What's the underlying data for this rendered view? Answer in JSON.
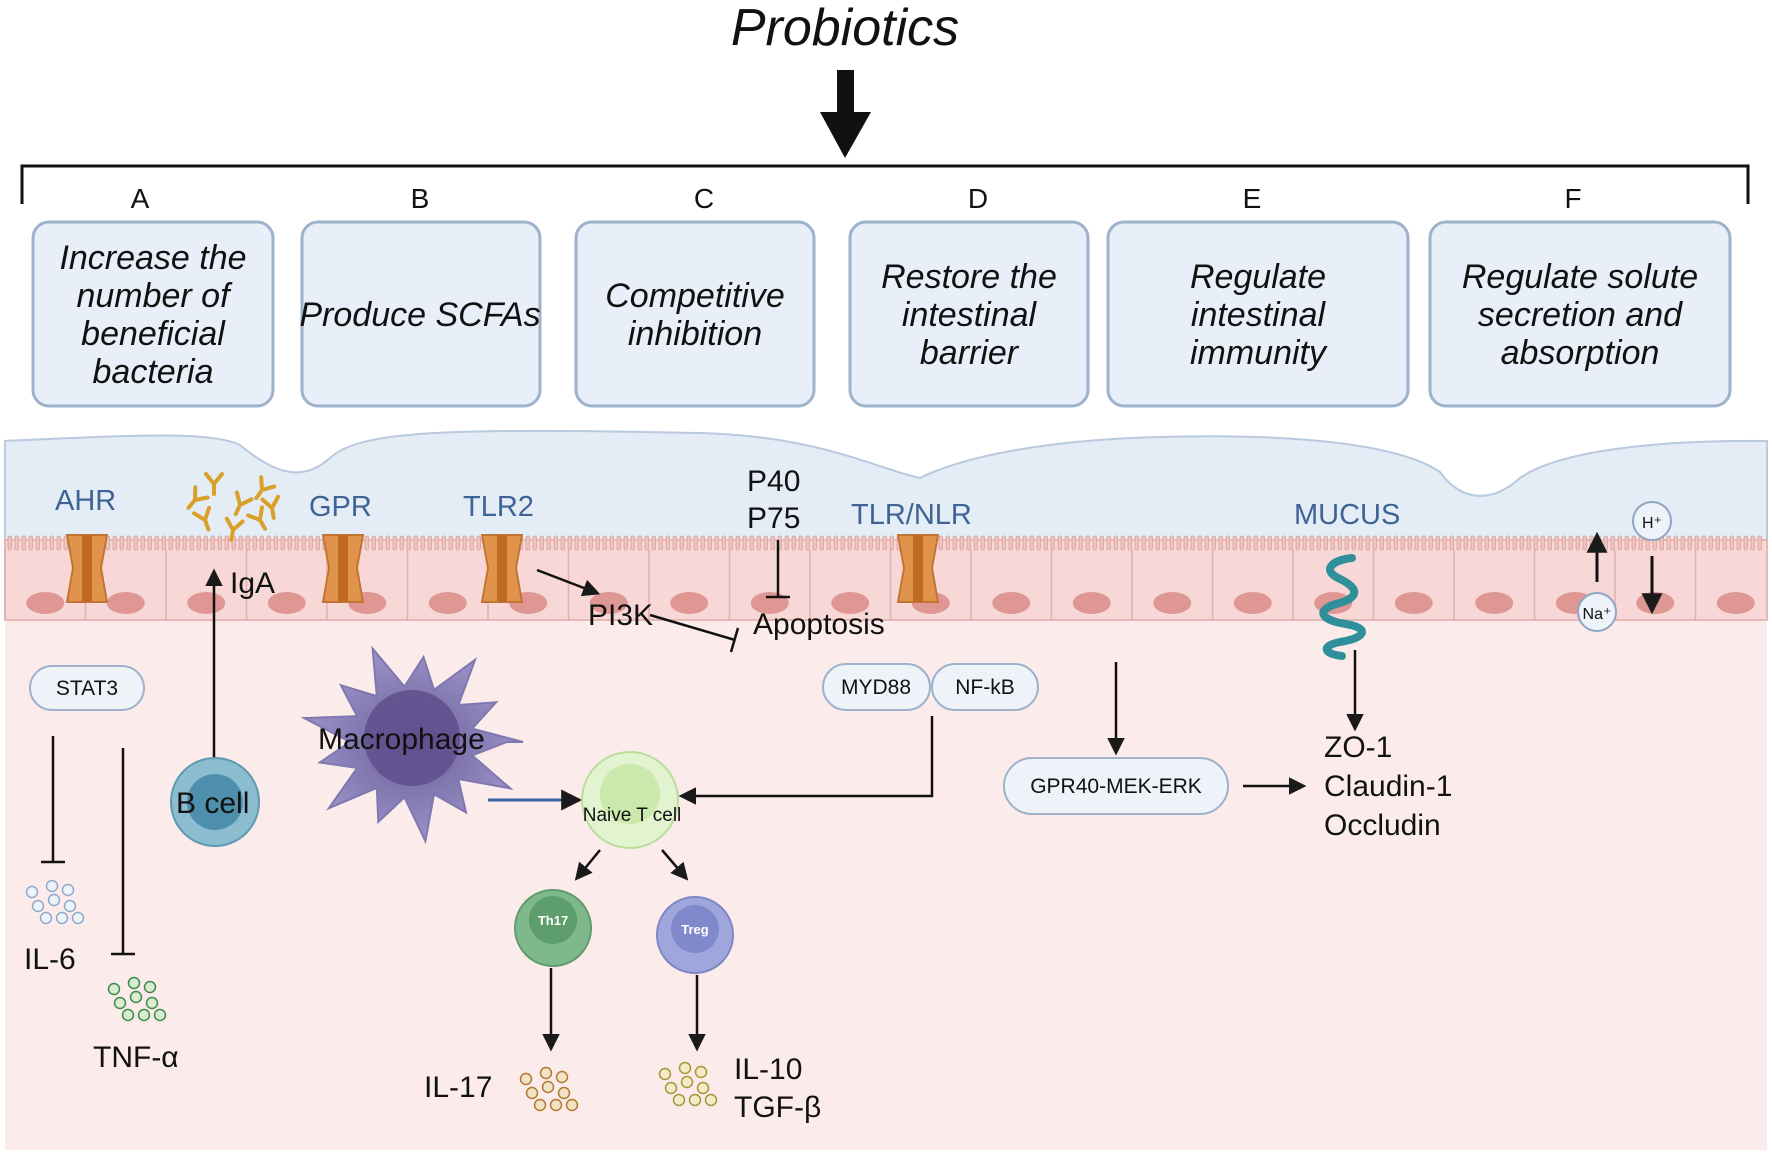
{
  "title": "Probiotics",
  "mechanisms": [
    {
      "letter": "A",
      "lines": [
        "Increase the",
        "number of",
        "beneficial",
        "bacteria"
      ]
    },
    {
      "letter": "B",
      "lines": [
        "Produce SCFAs"
      ]
    },
    {
      "letter": "C",
      "lines": [
        "Competitive",
        "inhibition"
      ]
    },
    {
      "letter": "D",
      "lines": [
        "Restore the",
        "intestinal",
        "barrier"
      ]
    },
    {
      "letter": "E",
      "lines": [
        "Regulate",
        "intestinal",
        "immunity"
      ]
    },
    {
      "letter": "F",
      "lines": [
        "Regulate solute",
        "secretion and",
        "absorption"
      ]
    }
  ],
  "receptors": {
    "ahr": "AHR",
    "gpr": "GPR",
    "tlr2": "TLR2",
    "tlr_nlr": "TLR/NLR",
    "mucus": "MUCUS"
  },
  "labels": {
    "iga": "IgA",
    "p40": "P40",
    "p75": "P75",
    "pi3k": "PI3K",
    "apoptosis": "Apoptosis",
    "stat3": "STAT3",
    "myd88": "MYD88",
    "nfkb": "NF-kB",
    "macrophage": "Macrophage",
    "b_cell": "B cell",
    "naive_t": "Naive T cell",
    "th17": "Th17",
    "treg": "Treg",
    "il6": "IL-6",
    "tnfa": "TNF-α",
    "il17": "IL-17",
    "il10": "IL-10",
    "tgfb": "TGF-β",
    "gpr40": "GPR40-MEK-ERK",
    "zo1": "ZO-1",
    "claudin": "Claudin-1",
    "occludin": "Occludin",
    "h_plus": "H⁺",
    "na_plus": "Na⁺"
  },
  "colors": {
    "lumen": "#e4ecf6",
    "epithelium": "#f7d8d6",
    "lamina": "#fbeceb",
    "box_fill": "#e9eff8",
    "box_stroke": "#9fb2cc",
    "receptor_text": "#3d6494",
    "nucleus": "#d98c86",
    "channel": "#e0934a",
    "iga": "#d8a22a"
  }
}
